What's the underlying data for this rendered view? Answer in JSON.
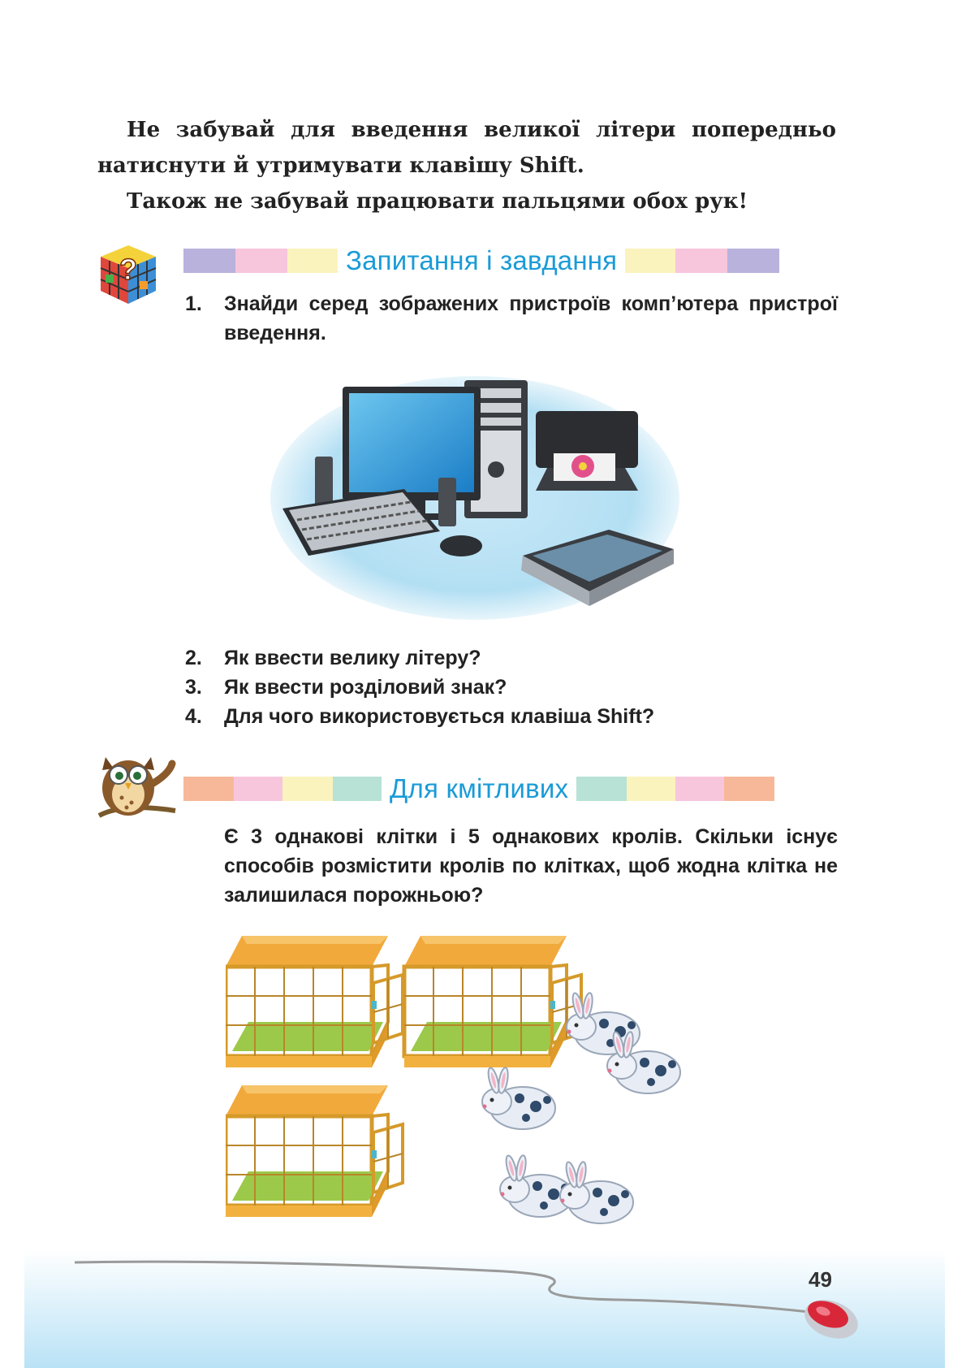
{
  "intro": {
    "line1": "Не забувай для введення великої літери попередньо натиснути й утримувати клавішу",
    "line1_key": "Shift",
    "line1_end": ".",
    "line2": "Також не забувай працювати пальцями обох рук!"
  },
  "section1": {
    "title": "Запитання і завдання",
    "icon": "rubik-cube-question-icon",
    "bar_colors": [
      "#b9b2dc",
      "#f7c5dc",
      "#fbf3bd"
    ],
    "q1_num": "1.",
    "q1_text": "Знайди серед зображених пристроїв комп’ютера пристрої введення.",
    "q2_num": "2.",
    "q2_text": "Як ввести велику літеру?",
    "q3_num": "3.",
    "q3_text": "Як ввести розділовий знак?",
    "q4_num": "4.",
    "q4_text": "Для чого використовується клавіша",
    "q4_key": "Shift",
    "q4_end": "?"
  },
  "section2": {
    "title": "Для кмітливих",
    "icon": "owl-icon",
    "bar_colors": [
      "#f7b89a",
      "#f7c5dc",
      "#fbf3bd",
      "#b7e2d5"
    ],
    "text": "Є 3 однакові клітки і 5 однакових кролів. Скільки існує способів розмістити кролів по клітках, щоб жодна клітка не залишилася порожньою?"
  },
  "footer": {
    "page_number": "49"
  }
}
